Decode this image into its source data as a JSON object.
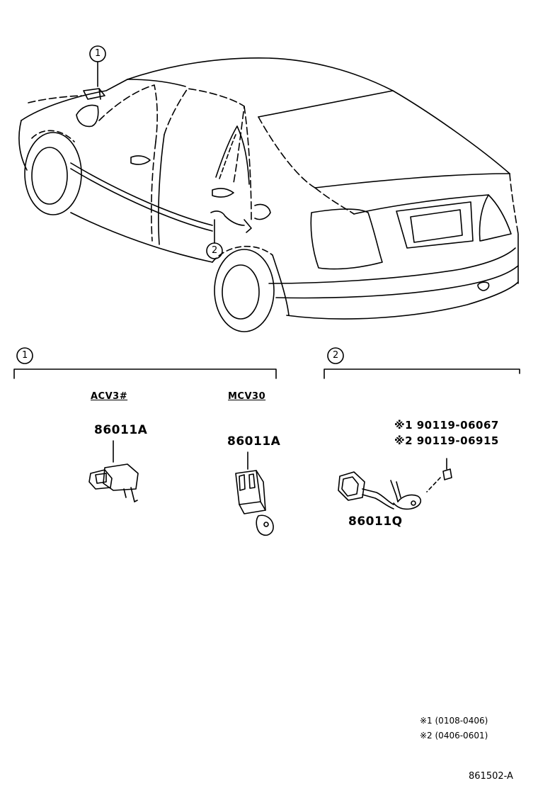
{
  "callouts": {
    "one": "1",
    "two": "2"
  },
  "section1": {
    "variant_left": "ACV3#",
    "variant_right": "MCV30",
    "part_left": "86011A",
    "part_right": "86011A"
  },
  "section2": {
    "bolt_1": "※1 90119-06067",
    "bolt_2": "※2 90119-06915",
    "part": "86011Q"
  },
  "notes": {
    "note_1": "※1 (0108-0406)",
    "note_2": "※2 (0406-0601)"
  },
  "figure_code": "861502-A"
}
